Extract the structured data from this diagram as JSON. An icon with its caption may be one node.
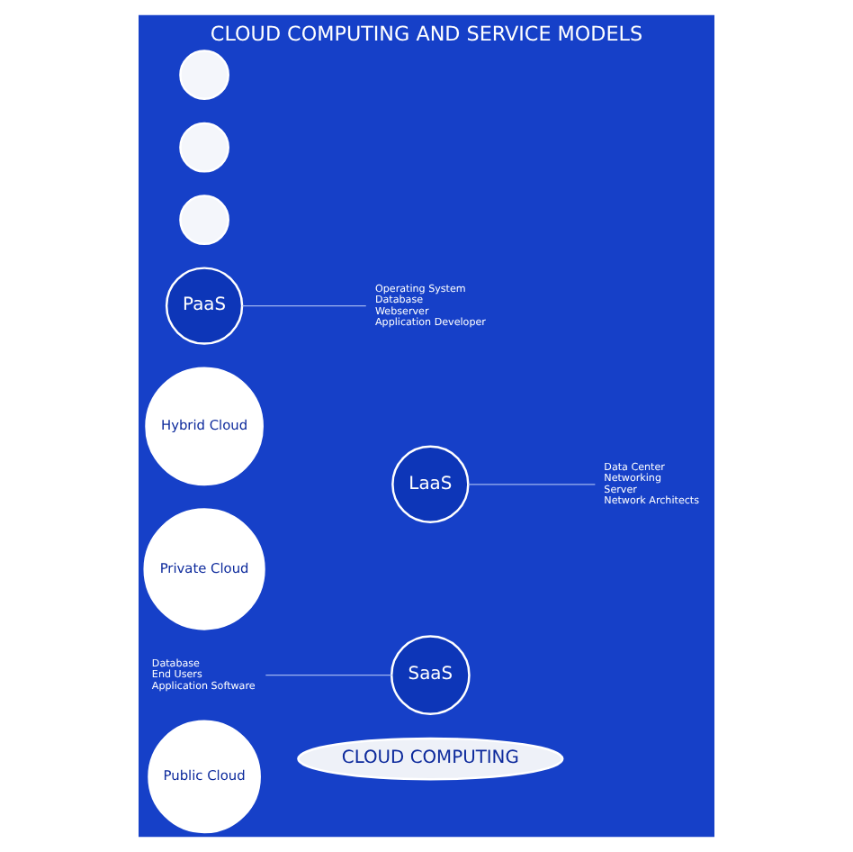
{
  "diagram": {
    "title": "CLOUD COMPUTING AND SERVICE MODELS",
    "nodes": [
      {
        "text": [
          "CLOUD COMPUTING"
        ]
      },
      {
        "text": [
          "Public Cloud"
        ]
      },
      {
        "text": [
          "SaaS"
        ]
      },
      {
        "text": [
          "LaaS"
        ]
      },
      {
        "text": [
          "Private Cloud"
        ]
      },
      {
        "text": [
          "Hybrid Cloud"
        ]
      },
      {
        "text": [
          "PaaS"
        ]
      },
      {
        "text": [],
        "shape": "circle"
      },
      {
        "text": [],
        "shape": "circle"
      },
      {
        "text": [],
        "shape": "circle"
      },
      {
        "text": [
          "Database",
          "End Users",
          "Application Software"
        ]
      },
      {
        "text": [
          "Data Center",
          "Networking",
          "Server",
          "Network Architects"
        ]
      },
      {
        "text": [
          "Operating System",
          "Database",
          "Webserver",
          "Application Developer"
        ]
      }
    ],
    "edges": [
      {
        "from": 10,
        "to": 2,
        "arrow": "none"
      },
      {
        "from": 3,
        "to": 11,
        "arrow": "none"
      },
      {
        "from": 6,
        "to": 12,
        "arrow": "none"
      }
    ]
  }
}
